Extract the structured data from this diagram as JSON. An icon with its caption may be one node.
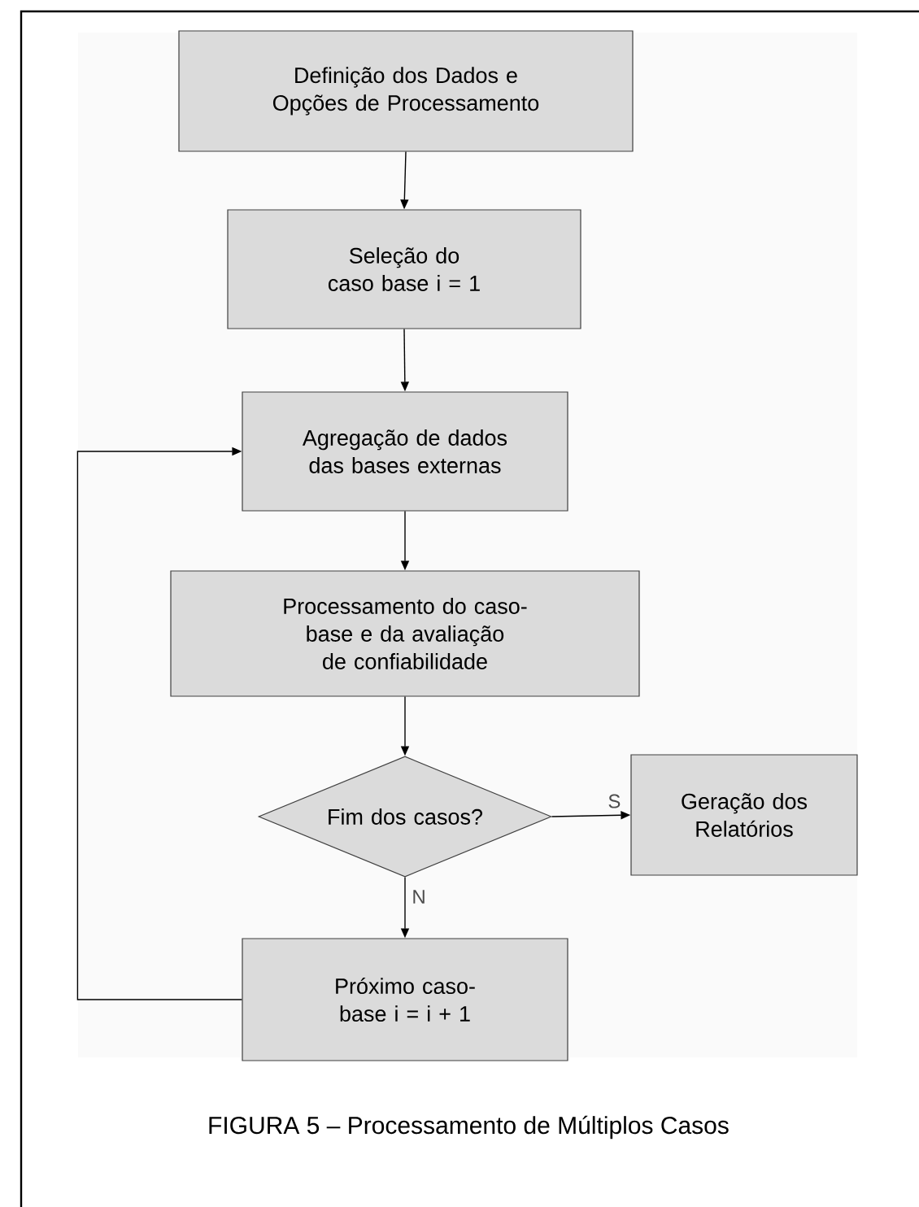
{
  "diagram": {
    "caption": "FIGURA 5 – Processamento de Múltiplos Casos",
    "nodes": [
      {
        "text": [
          "Definição dos Dados e Opções de Processamento"
        ]
      },
      {
        "text": [
          "Seleção do caso base i = 1"
        ]
      },
      {
        "text": [
          "Agregação de dados das bases externas"
        ]
      },
      {
        "text": [
          "Processamento do caso-base e da avaliação de confiabilidade"
        ]
      },
      {
        "text": [
          "Fim dos casos?"
        ]
      },
      {
        "text": [
          "Geração dos Relatórios"
        ]
      },
      {
        "text": [
          "Próximo caso-base i = i + 1"
        ]
      }
    ],
    "edges": [
      {
        "from": 0,
        "to": 1,
        "arrow": "to"
      },
      {
        "from": 1,
        "to": 2,
        "arrow": "to"
      },
      {
        "from": 2,
        "to": 3,
        "arrow": "to"
      },
      {
        "from": 3,
        "to": 4,
        "arrow": "to"
      },
      {
        "from": 4,
        "to": 5,
        "arrow": "to",
        "label": "S"
      },
      {
        "from": 4,
        "to": 6,
        "arrow": "to",
        "label": "N"
      },
      {
        "from": 6,
        "to": 2,
        "arrow": "to"
      }
    ]
  }
}
